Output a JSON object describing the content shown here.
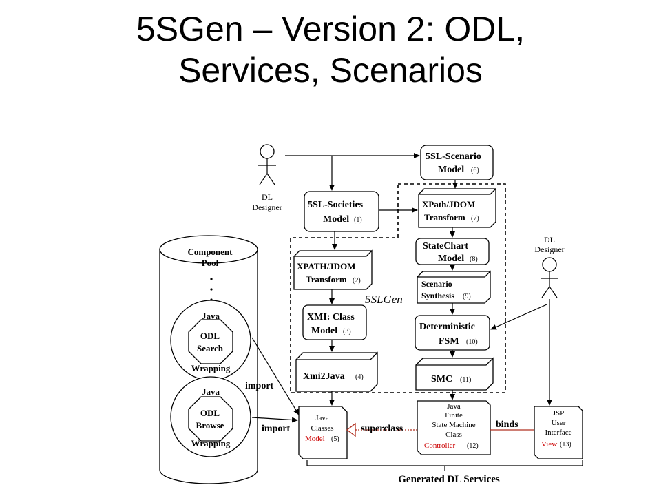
{
  "title": {
    "line1": "5SGen – Version 2: ODL,",
    "line2": "Services, Scenarios"
  },
  "actors": {
    "designer_top": [
      "DL",
      "Designer"
    ],
    "designer_right": [
      "DL",
      "Designer"
    ]
  },
  "boxes": {
    "scenario_model": {
      "line1": "5SL-Scenario",
      "line2": "Model",
      "num": "(6)"
    },
    "societies_model": {
      "line1": "5SL-Societies",
      "line2": "Model",
      "num": "(1)"
    },
    "xpath_7": {
      "line1": "XPath/JDOM",
      "line2": "Transform",
      "num": "(7)"
    },
    "statechart": {
      "line1": "StateChart",
      "line2": "Model",
      "num": "(8)"
    },
    "scenario_synth": {
      "line1": "Scenario",
      "line2": "Synthesis",
      "num": "(9)"
    },
    "dfsm": {
      "line1": "Deterministic",
      "line2": "FSM",
      "num": "(10)"
    },
    "smc": {
      "line1": "SMC",
      "num": "(11)"
    },
    "xpath_2": {
      "line1": "XPATH/JDOM",
      "line2": "Transform",
      "num": "(2)"
    },
    "xmi_model": {
      "line1": "XMI: Class",
      "line2": "Model",
      "num": "(3)"
    },
    "xmi2java": {
      "line1": "Xmi2Java",
      "num": "(4)"
    }
  },
  "gen_label": "5SLGen",
  "pool": {
    "title": [
      "Component",
      "Pool"
    ],
    "comp1": {
      "outer": "Java",
      "inner": [
        "ODL",
        "Search"
      ],
      "wrap": "Wrapping"
    },
    "comp2": {
      "outer": "Java",
      "inner": [
        "ODL",
        "Browse"
      ],
      "wrap": "Wrapping"
    }
  },
  "docs": {
    "java_classes": {
      "lines": [
        "Java",
        "Classes"
      ],
      "red": "Model",
      "num": "(5)"
    },
    "fsm_class": {
      "lines": [
        "Java",
        "Finite",
        "State Machine",
        "Class"
      ],
      "red": "Controller",
      "num": "(12)"
    },
    "jsp": {
      "lines": [
        "JSP",
        "User",
        "Interface"
      ],
      "red": "View",
      "num": "(13)"
    }
  },
  "edge_labels": {
    "import1": "import",
    "import2": "import",
    "superclass": "superclass",
    "binds": "binds"
  },
  "footer": "Generated DL Services"
}
